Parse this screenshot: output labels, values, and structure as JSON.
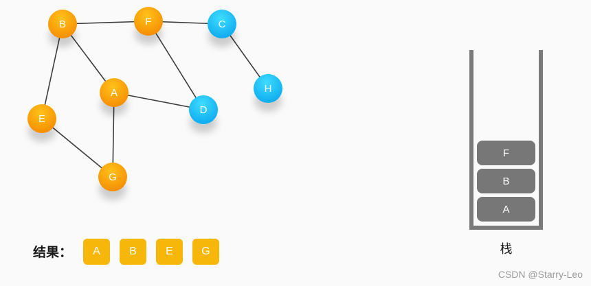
{
  "graph": {
    "nodes": [
      {
        "id": "B",
        "label": "B",
        "state": "visited"
      },
      {
        "id": "F",
        "label": "F",
        "state": "visited"
      },
      {
        "id": "C",
        "label": "C",
        "state": "unvisited"
      },
      {
        "id": "A",
        "label": "A",
        "state": "visited"
      },
      {
        "id": "E",
        "label": "E",
        "state": "visited"
      },
      {
        "id": "G",
        "label": "G",
        "state": "visited"
      },
      {
        "id": "D",
        "label": "D",
        "state": "unvisited"
      },
      {
        "id": "H",
        "label": "H",
        "state": "unvisited"
      }
    ],
    "edges": [
      [
        "B",
        "F"
      ],
      [
        "F",
        "C"
      ],
      [
        "B",
        "A"
      ],
      [
        "B",
        "E"
      ],
      [
        "F",
        "D"
      ],
      [
        "A",
        "D"
      ],
      [
        "A",
        "G"
      ],
      [
        "E",
        "G"
      ],
      [
        "C",
        "H"
      ]
    ],
    "colors": {
      "visited_light": "#ffc21a",
      "visited_dark": "#f58a00",
      "unvisited_light": "#3fdcff",
      "unvisited_dark": "#0aa8ef"
    }
  },
  "result": {
    "title": "结果：",
    "items": [
      "A",
      "B",
      "E",
      "G"
    ],
    "box_color": "#f7b60a"
  },
  "stack": {
    "label": "栈",
    "items_bottom_to_top": [
      "A",
      "B",
      "F"
    ],
    "wall_color": "#7a7a7a",
    "item_color": "#777777"
  },
  "watermark": "CSDN @Starry-Leo"
}
